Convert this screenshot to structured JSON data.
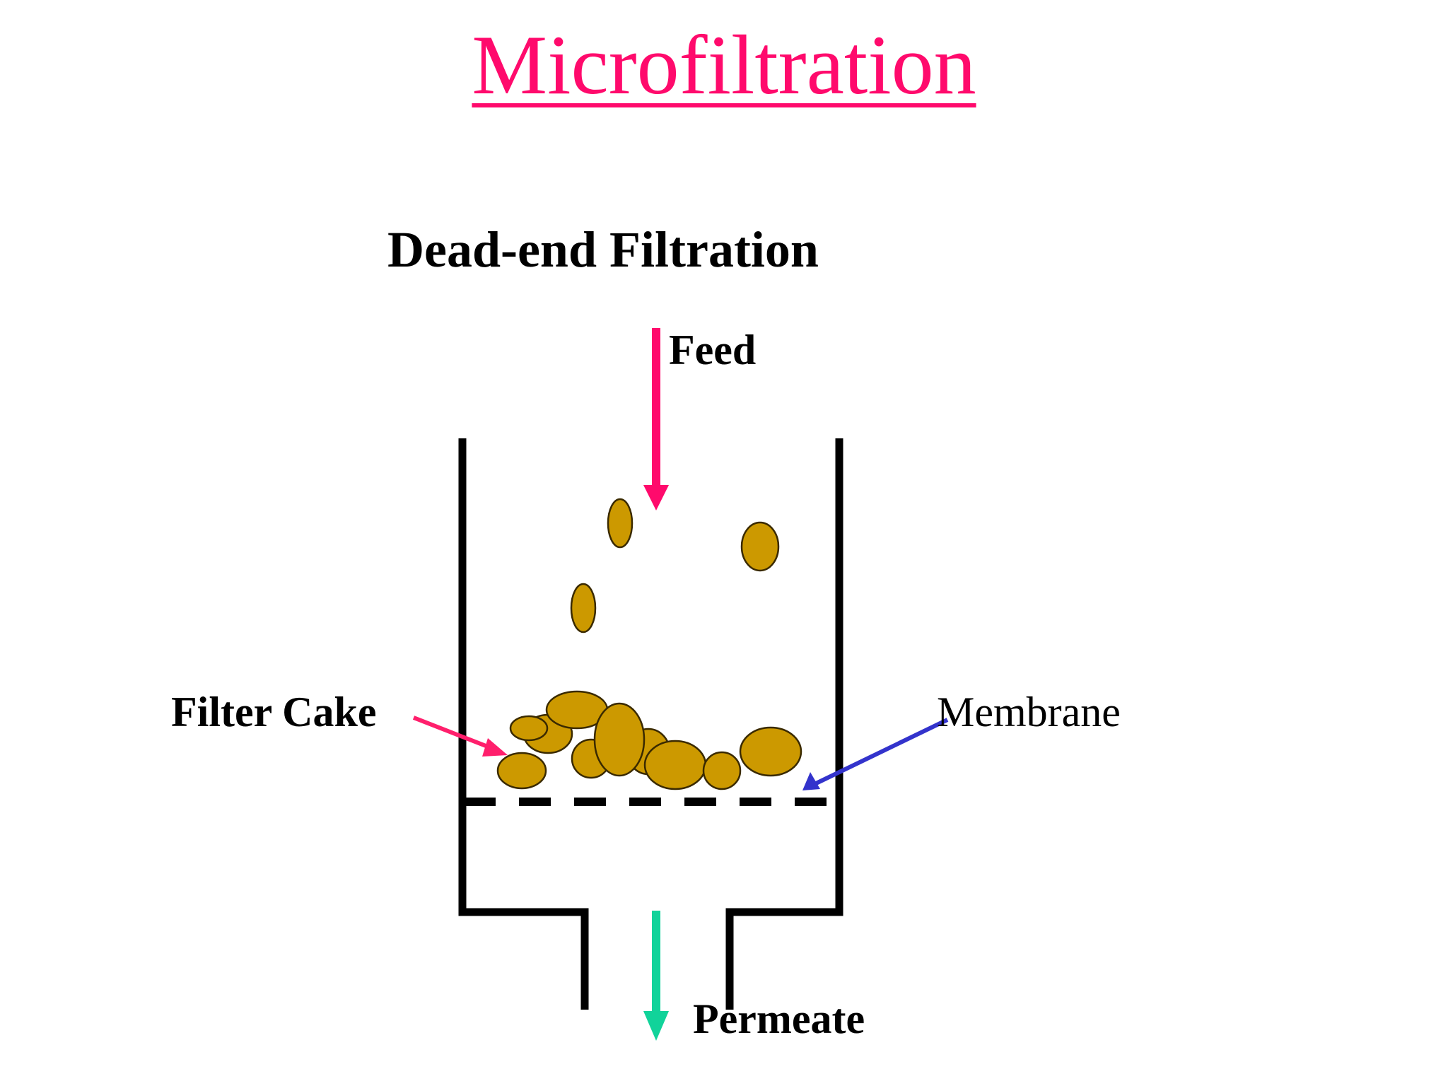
{
  "title": "Microfiltration",
  "subtitle": "Dead-end Filtration",
  "labels": {
    "feed": "Feed",
    "filter_cake": "Filter Cake",
    "membrane": "Membrane",
    "permeate": "Permeate"
  },
  "colors": {
    "title": "#ff0a6c",
    "feed_arrow": "#ff0a6c",
    "filter_cake_arrow": "#ff1f6c",
    "membrane_arrow": "#3333cc",
    "permeate_arrow": "#11d39a",
    "particle_fill": "#cc9900",
    "particle_stroke": "#3a2a00",
    "vessel": "#000000"
  }
}
